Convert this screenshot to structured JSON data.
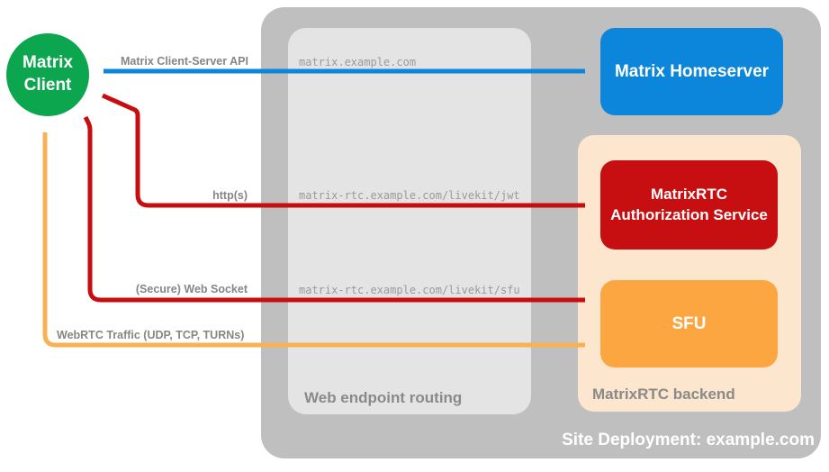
{
  "containers": {
    "site_deployment": {
      "label": "Site Deployment: example.com"
    },
    "web_endpoint_routing": {
      "label": "Web endpoint routing"
    },
    "matrixrtc_backend": {
      "label": "MatrixRTC backend"
    }
  },
  "nodes": {
    "matrix_client": {
      "label": "Matrix Client"
    },
    "matrix_homeserver": {
      "label": "Matrix Homeserver"
    },
    "matrixrtc_auth": {
      "label": "MatrixRTC Authorization Service"
    },
    "sfu": {
      "label": "SFU"
    }
  },
  "connections": [
    {
      "label": "Matrix Client-Server API",
      "route": "matrix.example.com",
      "color": "#0b86da"
    },
    {
      "label": "http(s)",
      "route": "matrix-rtc.example.com/livekit/jwt",
      "color": "#c80d0f"
    },
    {
      "label": "(Secure) Web Socket",
      "route": "matrix-rtc.example.com/livekit/sfu",
      "color": "#c80d0f"
    },
    {
      "label": "WebRTC Traffic (UDP, TCP, TURNs)",
      "route": "",
      "color": "#f9b155"
    }
  ],
  "colors": {
    "client_green": "#0ca64e",
    "homeserver_blue": "#0b86da",
    "auth_red": "#c70e10",
    "sfu_orange": "#fba640",
    "arrow_blue": "#0b86da",
    "arrow_red": "#c80d0f",
    "arrow_orange": "#f9b155",
    "outer_container_gray": "#bfbfbf",
    "routing_box_gray": "#e4e4e4",
    "backend_box_peach": "#fce6ce",
    "label_gray": "#868686"
  }
}
